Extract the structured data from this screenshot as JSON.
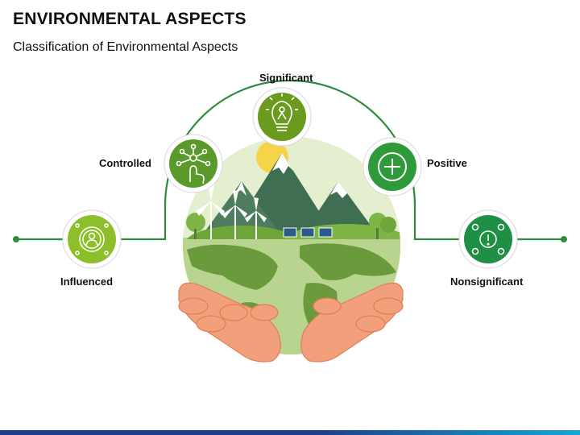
{
  "slide": {
    "title": "ENVIRONMENTAL ASPECTS",
    "subtitle": "Classification of Environmental Aspects"
  },
  "aspects": [
    {
      "label": "Significant",
      "icon": "lightbulb-person-icon",
      "color": "#6a9a1e"
    },
    {
      "label": "Controlled",
      "icon": "hand-network-icon",
      "color": "#5a9a2a"
    },
    {
      "label": "Positive",
      "icon": "plus-icon",
      "color": "#2f9a3a"
    },
    {
      "label": "Influenced",
      "icon": "person-target-icon",
      "color": "#8cbf2a"
    },
    {
      "label": "Nonsignificant",
      "icon": "alert-gears-icon",
      "color": "#1f8f45"
    }
  ],
  "colors": {
    "line": "#2e8b3e",
    "globe_sea": "#b9d48f",
    "globe_land": "#6a9a3c",
    "hand": "#f2a07b",
    "sun": "#f5d44a"
  }
}
